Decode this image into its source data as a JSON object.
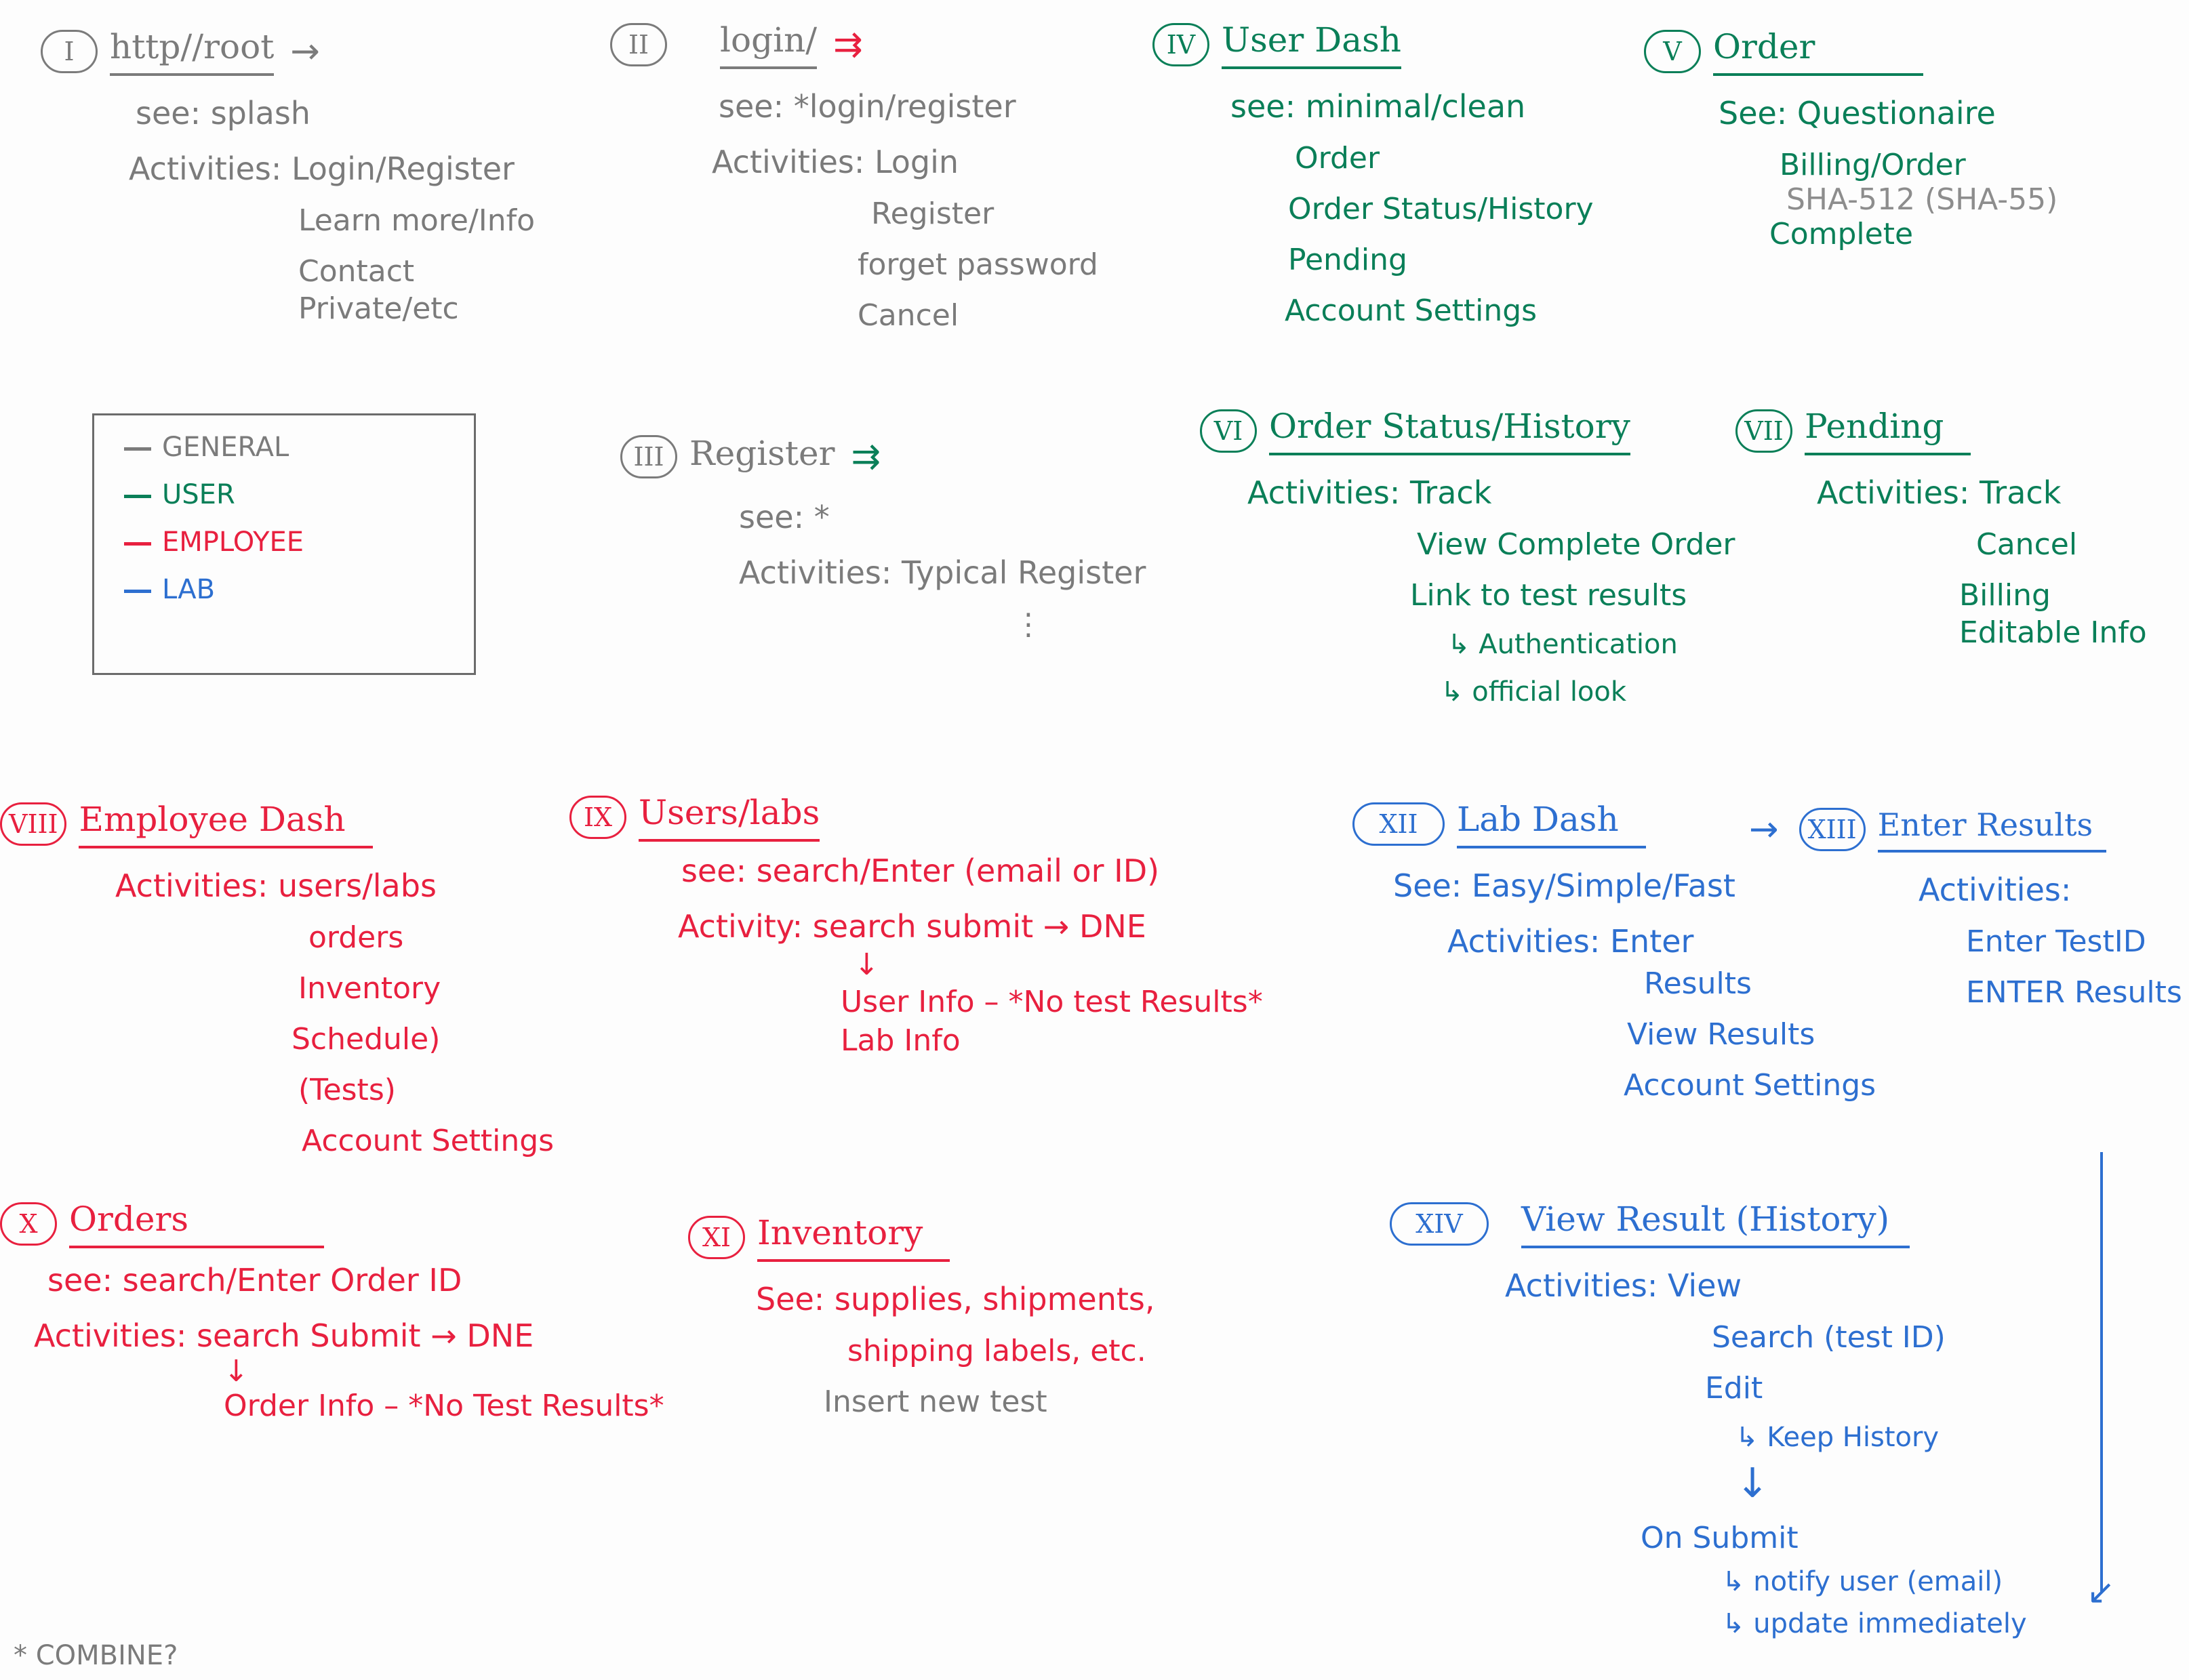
{
  "colors": {
    "general": "#7b7b7b",
    "user": "#0a7f58",
    "employee": "#e8203f",
    "lab": "#2d6fd0"
  },
  "s1": {
    "num": "I",
    "title": "http//root",
    "arrow": "→",
    "see": "see: splash",
    "act": "Activities: Login/Register",
    "a2": "Learn more/Info",
    "a3": "Contact",
    "a4": "Private/etc"
  },
  "s2": {
    "num": "II",
    "title": "login/",
    "arrow": "⇉",
    "see": "see: *login/register",
    "act": "Activities: Login",
    "a2": "Register",
    "a3": "forget password",
    "a4": "Cancel"
  },
  "s3": {
    "num": "III",
    "title": "Register",
    "arrow": "⇉",
    "see": "see: *",
    "act": "Activities: Typical Register",
    "a2": "⋮"
  },
  "s4": {
    "num": "IV",
    "title": "User Dash",
    "see": "see: minimal/clean",
    "a1": "Order",
    "a2": "Order Status/History",
    "a3": "Pending",
    "a4": "Account Settings"
  },
  "s5": {
    "num": "V",
    "title": "Order",
    "see": "See: Questionaire",
    "a1": "Billing/Order",
    "a2": "SHA-512 (SHA-55)",
    "a3": "Complete"
  },
  "s6": {
    "num": "VI",
    "title": "Order Status/History",
    "act": "Activities: Track",
    "a2": "View Complete Order",
    "a3": "Link to test results",
    "a4": "↳ Authentication",
    "a5": "↳ official look"
  },
  "s7": {
    "num": "VII",
    "title": "Pending",
    "act": "Activities: Track",
    "a2": "Cancel",
    "a3": "Billing",
    "a4": "Editable Info"
  },
  "legend": {
    "general": "GENERAL",
    "user": "USER",
    "employee": "EMPLOYEE",
    "lab": "LAB"
  },
  "s8": {
    "num": "VIII",
    "title": "Employee Dash",
    "act": "Activities: users/labs",
    "a2": "orders",
    "a3": "Inventory",
    "a4": "Schedule)",
    "a5": "(Tests)",
    "a6": "Account Settings"
  },
  "s9": {
    "num": "IX",
    "title": "Users/labs",
    "see": "see: search/Enter (email or ID)",
    "act": "Activity: search submit → DNE",
    "arrow": "↓",
    "a2": "User Info – *No test Results*",
    "a3": "Lab Info"
  },
  "s10": {
    "num": "X",
    "title": "Orders",
    "see": "see: search/Enter Order ID",
    "act": "Activities: search Submit → DNE",
    "arrow": "↓",
    "a2": "Order Info – *No Test Results*"
  },
  "s11": {
    "num": "XI",
    "title": "Inventory",
    "see": "See: supplies, shipments,",
    "a1": "shipping labels, etc.",
    "a2": "Insert new test"
  },
  "s12": {
    "num": "XII",
    "title": "Lab Dash",
    "see": "See: Easy/Simple/Fast",
    "act": "Activities: Enter",
    "a2": "Results",
    "a3": "View Results",
    "a4": "Account Settings"
  },
  "s13": {
    "num": "XIII",
    "title": "Enter Results",
    "arrow": "→",
    "act": "Activities:",
    "a2": "Enter TestID",
    "a3": "ENTER Results"
  },
  "s14": {
    "num": "XIV",
    "title": "View Result (History)",
    "act": "Activities: View",
    "a2": "Search (test ID)",
    "a3": "Edit",
    "a4": "↳ Keep History",
    "arrow": "↓",
    "a5": "On Submit",
    "a6": "↳ notify user (email)",
    "a7": "↳ update immediately"
  },
  "footnote": "* COMBINE?"
}
